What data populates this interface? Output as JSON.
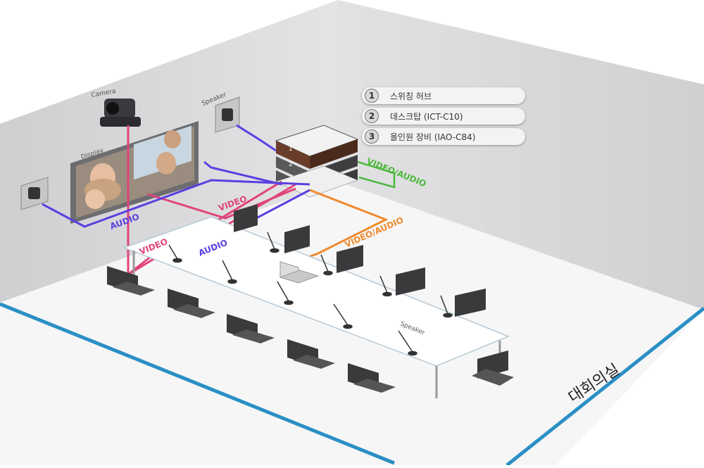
{
  "legend": [
    {
      "num": "1",
      "label": "스위칭 허브"
    },
    {
      "num": "2",
      "label": "데스크탑 (ICT-C10)"
    },
    {
      "num": "3",
      "label": "올인원 장비 (IAO-C84)"
    }
  ],
  "devices": {
    "camera_label": "Camera",
    "speaker_label": "Speaker",
    "display_label": "Display",
    "mic_speaker_label": "Speaker"
  },
  "signals": {
    "video_audio_green": "VIDEO/AUDIO",
    "video_audio_orange": "VIDEO/AUDIO",
    "video_upper": "VIDEO",
    "audio_upper": "AUDIO",
    "video_lower": "VIDEO",
    "audio_lower": "AUDIO"
  },
  "room_label": "대회의실",
  "colors": {
    "video": "#e0437a",
    "audio": "#5a3fe0",
    "video_audio_green": "#4cb83c",
    "video_audio_orange": "#f08a2c",
    "floor_edge": "#2a8fc4"
  }
}
